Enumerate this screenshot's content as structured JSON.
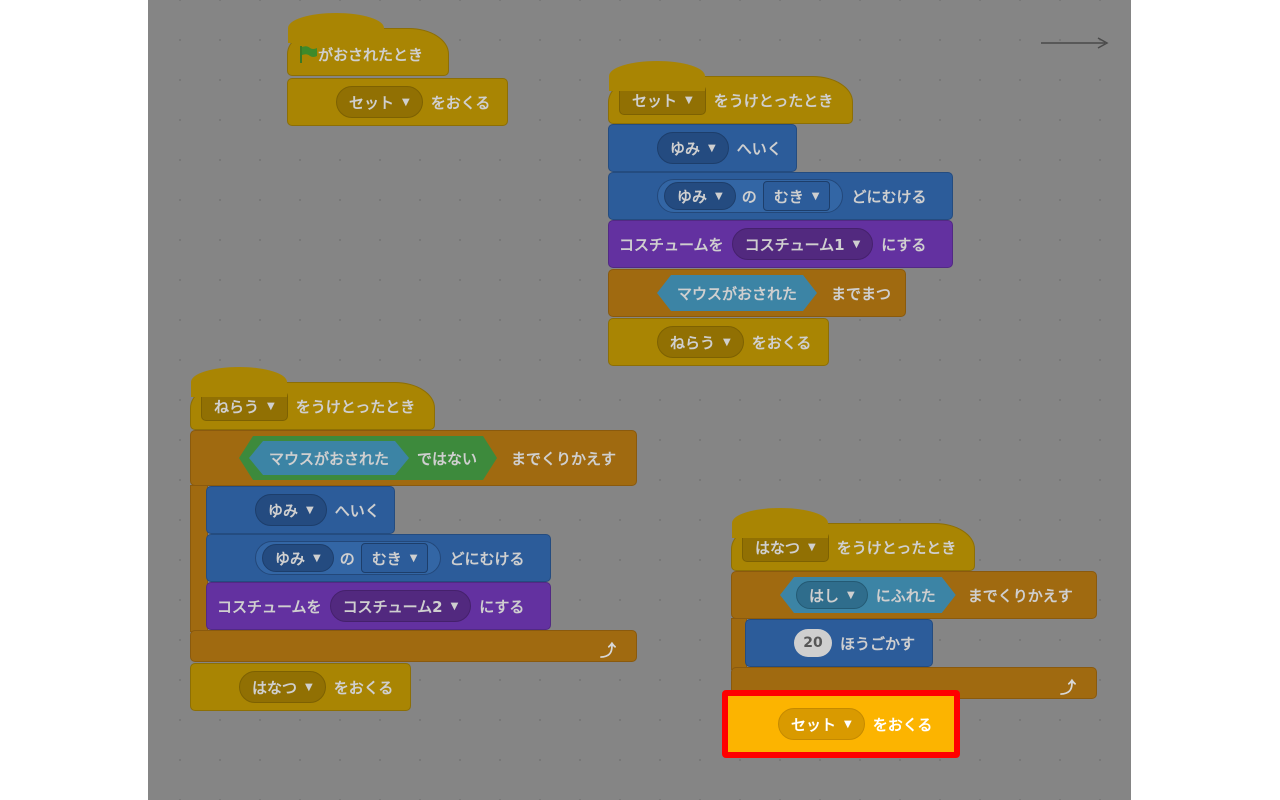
{
  "workspace": {
    "script1": {
      "hat_label": "がおされたとき",
      "send_menu": "セット",
      "send_label": "をおくる"
    },
    "script2": {
      "recv_menu": "セット",
      "recv_label": "をうけとったとき",
      "goto_menu": "ゆみ",
      "goto_label": "へいく",
      "point_menu": "ゆみ",
      "point_of": "の",
      "point_attr": "むき",
      "point_label": "どにむける",
      "costume_label": "コスチュームを",
      "costume_menu": "コスチューム1",
      "costume_suffix": "にする",
      "wait_cond": "マウスがおされた",
      "wait_label": "までまつ",
      "send_menu": "ねらう",
      "send_label": "をおくる"
    },
    "script3": {
      "recv_menu": "ねらう",
      "recv_label": "をうけとったとき",
      "until_cond": "マウスがおされた",
      "until_not": "ではない",
      "until_label": "までくりかえす",
      "goto_menu": "ゆみ",
      "goto_label": "へいく",
      "point_menu": "ゆみ",
      "point_of": "の",
      "point_attr": "むき",
      "point_label": "どにむける",
      "costume_label": "コスチュームを",
      "costume_menu": "コスチューム2",
      "costume_suffix": "にする",
      "send_menu": "はなつ",
      "send_label": "をおくる"
    },
    "script4": {
      "recv_menu": "はなつ",
      "recv_label": "をうけとったとき",
      "until_menu": "はし",
      "until_touch": "にふれた",
      "until_label": "までくりかえす",
      "move_steps": "20",
      "move_label": "ほうごかす",
      "send_menu": "セット",
      "send_label": "をおくる"
    }
  },
  "colors": {
    "highlight_border": "#ff0000",
    "highlight_block": "#fcb400",
    "events_dim": "#a98503",
    "control_dim": "#a06a10",
    "motion_dim": "#2c5c9a",
    "looks_dim": "#6331a0"
  },
  "icons": {
    "flag": "green-flag-icon",
    "dropdown": "caret-down-icon",
    "loop": "loop-arrow-icon",
    "arrow": "arrow-right-icon"
  }
}
